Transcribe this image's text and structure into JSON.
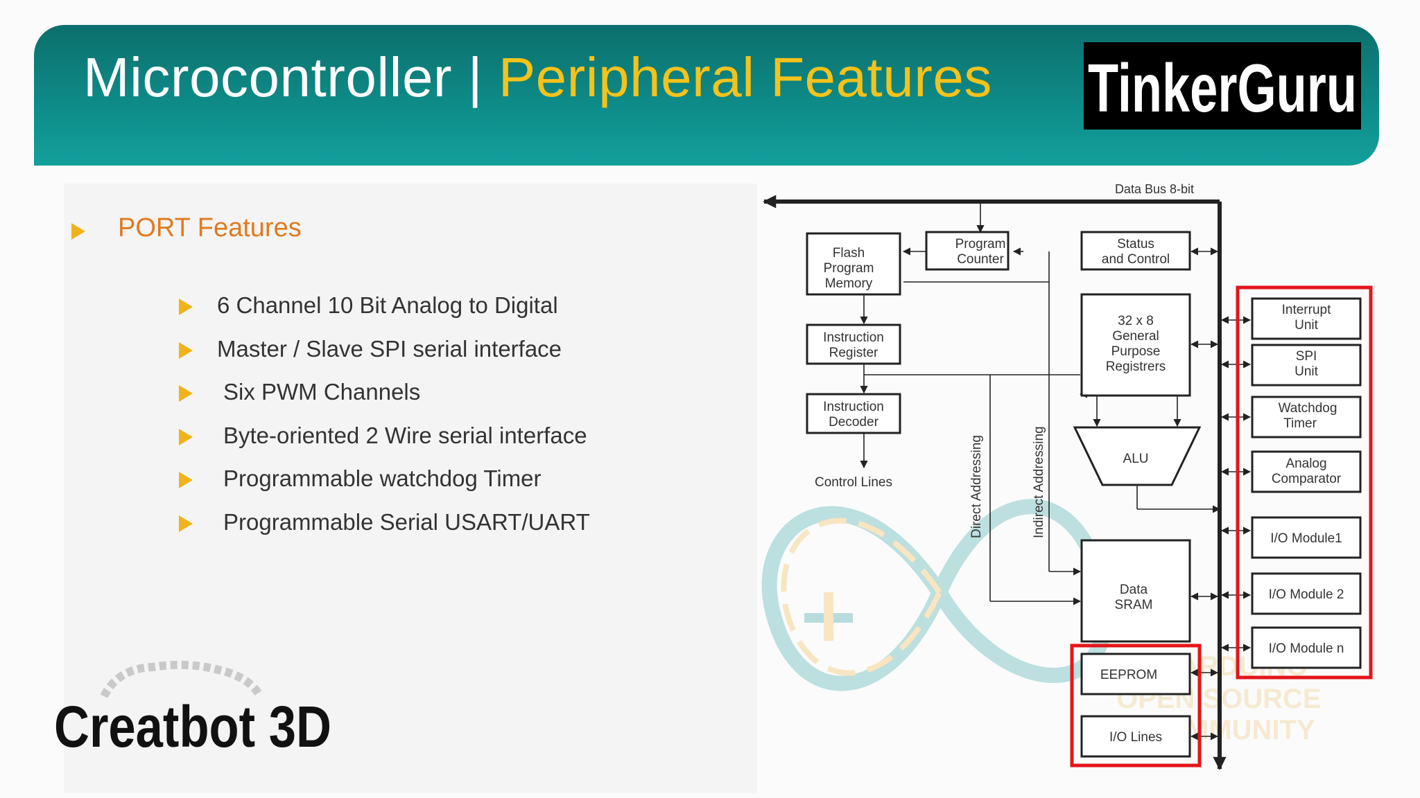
{
  "slide": {
    "title_main": "Microcontroller | ",
    "title_accent": "Peripheral Features",
    "logo_brand": "TinkerGuru",
    "section_heading": "PORT Features",
    "features": [
      "6 Channel 10 Bit Analog to Digital",
      "Master / Slave SPI  serial interface",
      "Six PWM Channels",
      "Byte-oriented 2 Wire serial interface",
      "Programmable watchdog Timer",
      "Programmable Serial USART/UART"
    ],
    "footer_logo": "Creatbot 3D"
  },
  "diagram": {
    "bus_label": "Data Bus 8-bit",
    "flash": [
      "Flash",
      "Program",
      "Memory"
    ],
    "pc": [
      "Program",
      "Counter"
    ],
    "status": [
      "Status",
      "and Control"
    ],
    "ir": [
      "Instruction",
      "Register"
    ],
    "regs": [
      "32 x 8",
      "General",
      "Purpose",
      "Registrers"
    ],
    "idec": [
      "Instruction",
      "Decoder"
    ],
    "control_lines": "Control Lines",
    "direct": "Direct Addressing",
    "indirect": "Indirect Addressing",
    "alu": "ALU",
    "sram": [
      "Data",
      "SRAM"
    ],
    "eeprom": "EEPROM",
    "io_lines": "I/O Lines",
    "interrupt": [
      "Interrupt",
      "Unit"
    ],
    "spi": [
      "SPI",
      "Unit"
    ],
    "watchdog": [
      "Watchdog",
      "Timer"
    ],
    "analog": [
      "Analog",
      "Comparator"
    ],
    "io1": "I/O Module1",
    "io2": "I/O Module 2",
    "ion": "I/O Module n",
    "watermark": [
      "ARDUINO",
      "OPEN SOURCE",
      "COMMUNITY"
    ]
  },
  "colors": {
    "header_teal": "#0e8d8a",
    "accent_yellow": "#f5c21b",
    "section_orange": "#e07a1f",
    "bullet_gold": "#f0b31c",
    "highlight_red": "#e3161b"
  }
}
